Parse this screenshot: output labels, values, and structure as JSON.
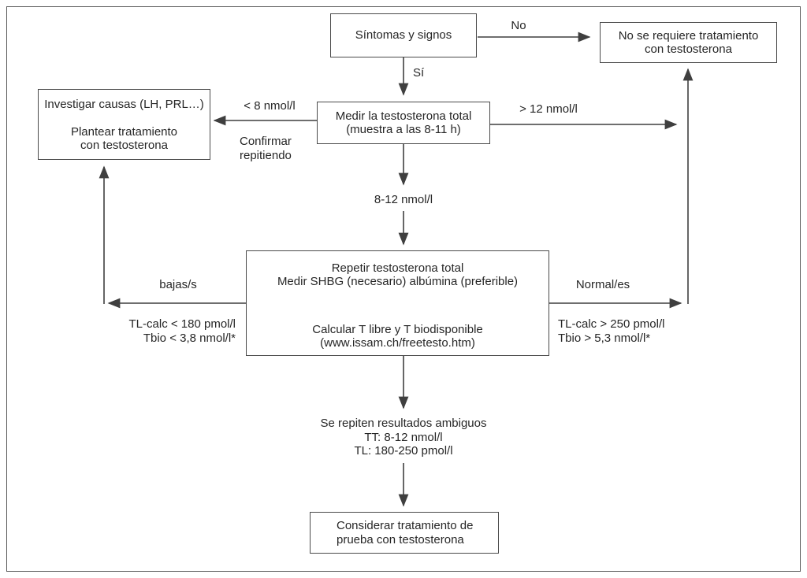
{
  "diagram": {
    "colors": {
      "line": "#3f3f3f",
      "box_border": "#4a4a4a",
      "text": "#262626",
      "background": "#ffffff"
    },
    "boxes": {
      "sintomas": {
        "text": "Síntomas y signos"
      },
      "no_tratamiento": {
        "lines": [
          "No se requiere tratamiento",
          "con testosterona"
        ]
      },
      "investigar": {
        "lines": [
          "Investigar causas (LH, PRL…)",
          "Plantear tratamiento",
          "con testosterona"
        ]
      },
      "medir": {
        "lines": [
          "Medir la testosterona total",
          "(muestra a las 8-11 h)"
        ]
      },
      "repetir": {
        "lines": [
          "Repetir testosterona total",
          "Medir SHBG (necesario) albúmina (preferible)",
          "Calcular T libre y T biodisponible",
          "(www.issam.ch/freetesto.htm)"
        ]
      },
      "considerar": {
        "lines": [
          "Considerar tratamiento de",
          "prueba con testosterona"
        ]
      }
    },
    "labels": {
      "no": "No",
      "si": "Sí",
      "lt8": "< 8 nmol/l",
      "confirmar": [
        "Confirmar",
        "repitiendo"
      ],
      "gt12": "> 12 nmol/l",
      "rango": "8-12 nmol/l",
      "bajas": "bajas/s",
      "normales": "Normal/es",
      "tl_bajo": [
        "TL-calc < 180 pmol/l",
        "Tbio < 3,8 nmol/l*"
      ],
      "tl_normal": [
        "TL-calc > 250 pmol/l",
        "Tbio > 5,3 nmol/l*"
      ],
      "ambiguos": [
        "Se repiten resultados ambiguos",
        "TT: 8-12 nmol/l",
        "TL: 180-250 pmol/l"
      ]
    }
  }
}
